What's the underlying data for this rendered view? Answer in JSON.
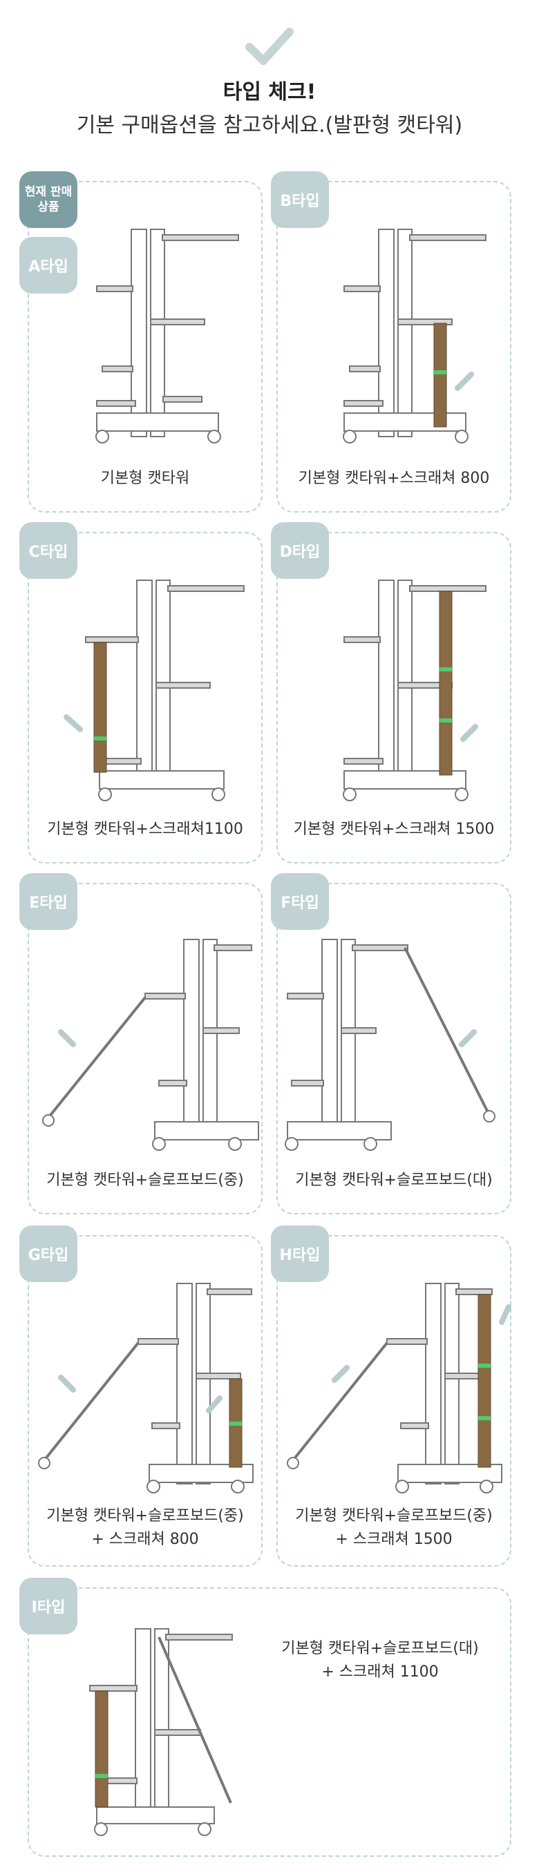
{
  "header": {
    "title": "타입 체크!",
    "subtitle": "기본 구매옵션을 참고하세요.(발판형 캣타워)"
  },
  "current_badge": {
    "line1": "현재 판매",
    "line2": "상품"
  },
  "cards": [
    {
      "badge": "A타입",
      "caption": "기본형 캣타워"
    },
    {
      "badge": "B타입",
      "caption": "기본형 캣타워+스크래쳐 800"
    },
    {
      "badge": "C타입",
      "caption": "기본형 캣타워+스크래쳐1100"
    },
    {
      "badge": "D타입",
      "caption": "기본형 캣타워+스크래쳐 1500"
    },
    {
      "badge": "E타입",
      "caption": "기본형 캣타워+슬로프보드(중)"
    },
    {
      "badge": "F타입",
      "caption": "기본형 캣타워+슬로프보드(대)"
    },
    {
      "badge": "G타입",
      "caption": "기본형 캣타워+슬로프보드(중)",
      "caption2": "+ 스크래쳐 800"
    },
    {
      "badge": "H타입",
      "caption": "기본형 캣타워+슬로프보드(중)",
      "caption2": "+ 스크래쳐 1500"
    },
    {
      "badge": "I타입",
      "caption": "기본형 캣타워+슬로프보드(대)",
      "caption2": "+ 스크래쳐 1100"
    }
  ],
  "colors": {
    "accent": "#c1d2d4",
    "current": "#7d9ea2",
    "border": "#bcd6d4",
    "scratcher": "#8a6a45",
    "band": "#4ecb6a"
  }
}
